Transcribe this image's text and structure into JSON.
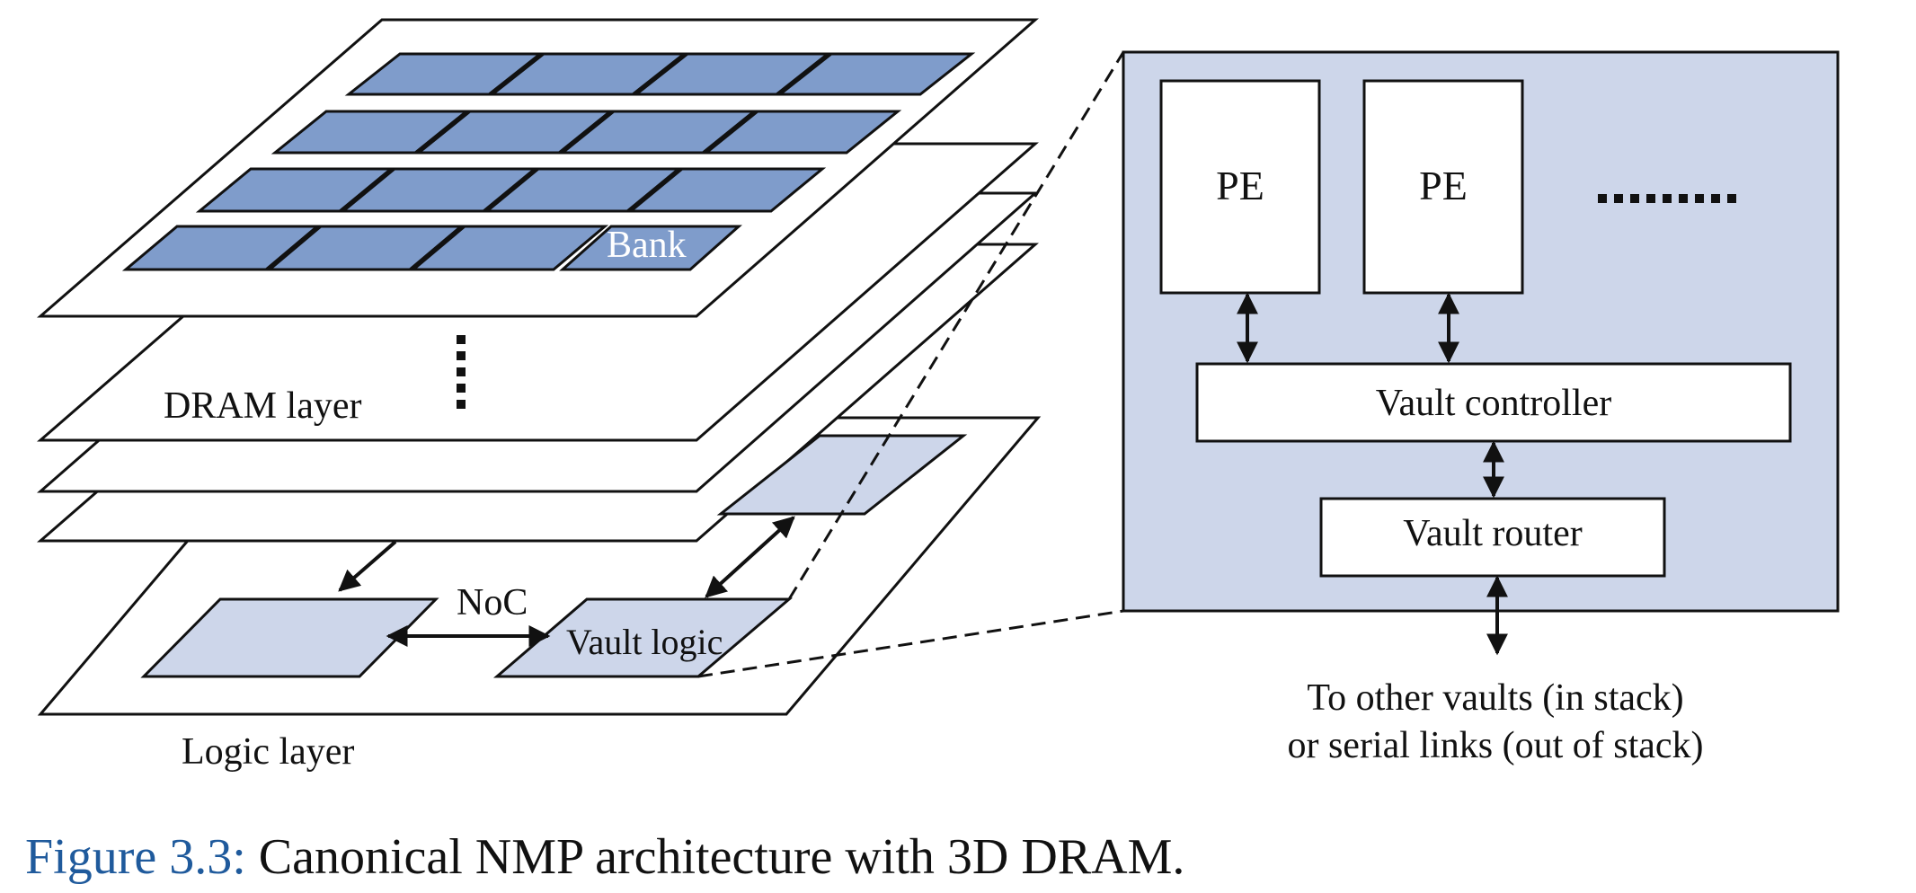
{
  "labels": {
    "bank": "Bank",
    "dram_layer": "DRAM layer",
    "noc": "NoC",
    "vault_logic": "Vault logic",
    "logic_layer": "Logic layer",
    "pe_1": "PE",
    "pe_2": "PE",
    "vault_controller": "Vault controller",
    "vault_router": "Vault router",
    "to_other_line1": "To other vaults (in stack)",
    "to_other_line2": "or serial links (out of stack)"
  },
  "caption": {
    "label": "Figure 3.3:",
    "text": " Canonical NMP architecture with 3D DRAM."
  },
  "colors": {
    "bank_fill": "#7f9ccb",
    "vault_fill": "#cdd6ea",
    "panel_fill": "#cdd6ea",
    "caption_label": "#1f5a9c",
    "stroke": "#111111"
  }
}
